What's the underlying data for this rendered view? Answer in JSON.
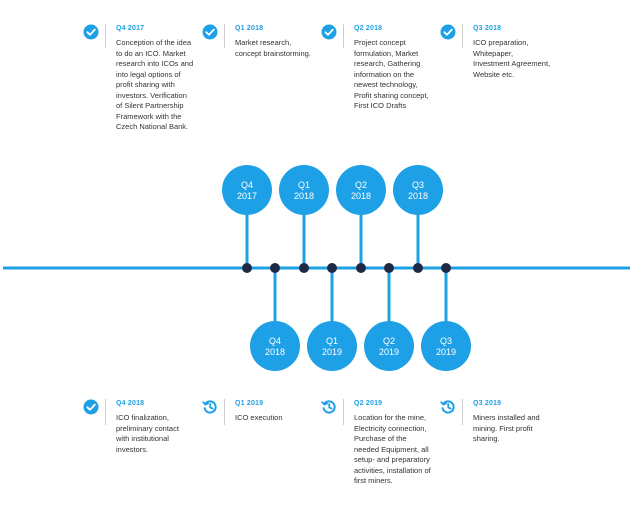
{
  "milestones_top": [
    {
      "quarter": "Q4 2017",
      "status": "done",
      "icon": "check-circle-icon",
      "text": "Conception of the idea to do an ICO. Market research into ICOs and into legal options of profit sharing with investors. Verification of Silent Partnership Framework with the Czech National Bank."
    },
    {
      "quarter": "Q1 2018",
      "status": "done",
      "icon": "check-circle-icon",
      "text": "Market research, concept brainstorming."
    },
    {
      "quarter": "Q2 2018",
      "status": "done",
      "icon": "check-circle-icon",
      "text": "Project concept formulation, Market research, Gathering information on the newest technology, Profit sharing concept, First ICO Drafts"
    },
    {
      "quarter": "Q3 2018",
      "status": "done",
      "icon": "check-circle-icon",
      "text": "ICO preparation, Whitepaper, Investment Agreement, Website etc."
    }
  ],
  "milestones_bottom": [
    {
      "quarter": "Q4 2018",
      "status": "done",
      "icon": "check-circle-icon",
      "text": "ICO finalization, preliminary contact with institutional investors."
    },
    {
      "quarter": "Q1 2019",
      "status": "pending",
      "icon": "history-icon",
      "text": "ICO execution"
    },
    {
      "quarter": "Q2 2019",
      "status": "pending",
      "icon": "history-icon",
      "text": "Location for the mine, Electricity connection, Purchase of the needed Equipment, all setup- and preparatory activities, installation of first miners."
    },
    {
      "quarter": "Q3 2019",
      "status": "pending",
      "icon": "history-icon",
      "text": "Miners installed and mining. First profit sharing."
    }
  ],
  "bubbles_top": [
    {
      "q": "Q4",
      "y": "2017"
    },
    {
      "q": "Q1",
      "y": "2018"
    },
    {
      "q": "Q2",
      "y": "2018"
    },
    {
      "q": "Q3",
      "y": "2018"
    }
  ],
  "bubbles_bottom": [
    {
      "q": "Q4",
      "y": "2018"
    },
    {
      "q": "Q1",
      "y": "2019"
    },
    {
      "q": "Q2",
      "y": "2019"
    },
    {
      "q": "Q3",
      "y": "2019"
    }
  ],
  "colors": {
    "accent": "#1ea0e6",
    "dot": "#1e2a44",
    "text": "#333333"
  }
}
